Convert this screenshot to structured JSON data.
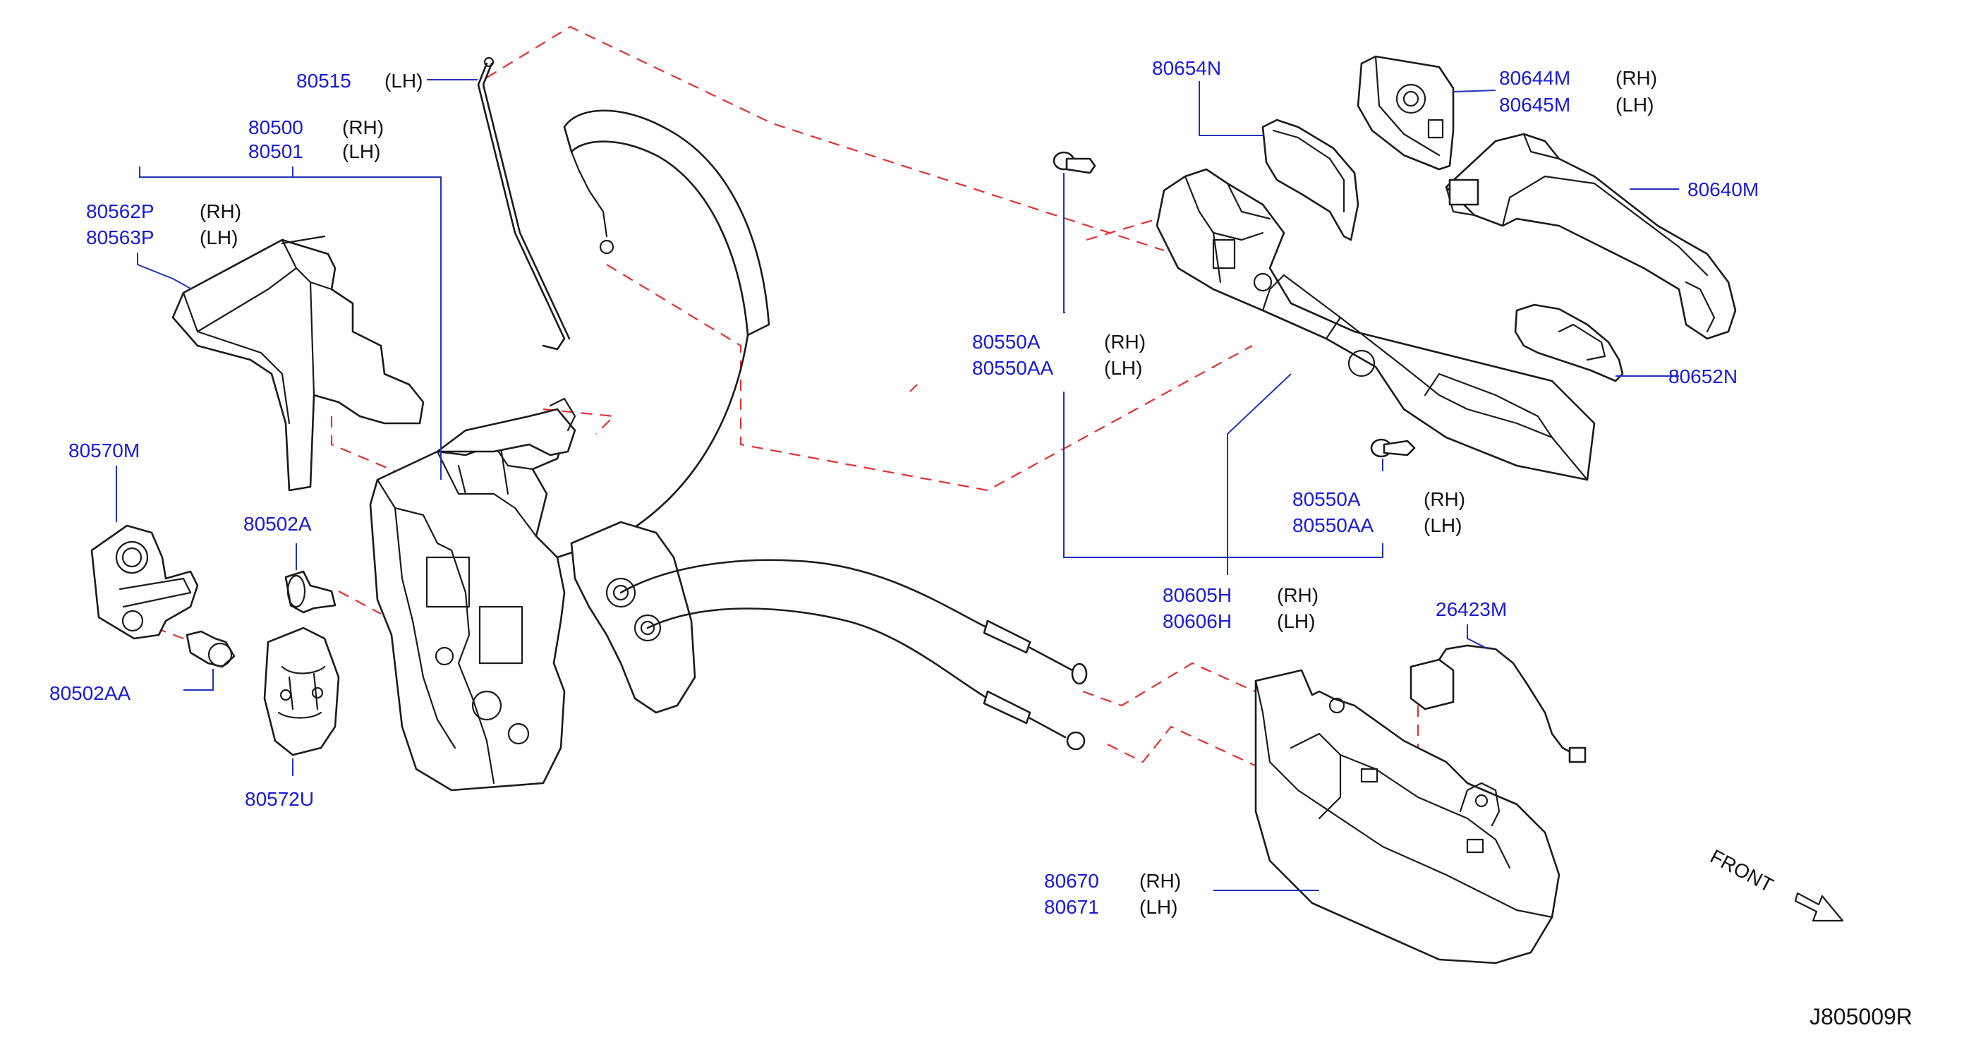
{
  "diagram": {
    "figure_code": "J805009R",
    "direction_label": "FRONT",
    "colors": {
      "part_number": "#1a1ad6",
      "leader_line": "#2233bb",
      "dashed_line": "#e53030",
      "outline": "#1b1b1b"
    },
    "callouts": [
      {
        "rows": [
          {
            "number": "80515",
            "side": "(LH)"
          }
        ]
      },
      {
        "rows": [
          {
            "number": "80500",
            "side": "(RH)"
          },
          {
            "number": "80501",
            "side": "(LH)"
          }
        ]
      },
      {
        "rows": [
          {
            "number": "80562P",
            "side": "(RH)"
          },
          {
            "number": "80563P",
            "side": "(LH)"
          }
        ]
      },
      {
        "rows": [
          {
            "number": "80570M",
            "side": ""
          }
        ]
      },
      {
        "rows": [
          {
            "number": "80502A",
            "side": ""
          }
        ]
      },
      {
        "rows": [
          {
            "number": "80502AA",
            "side": ""
          }
        ]
      },
      {
        "rows": [
          {
            "number": "80572U",
            "side": ""
          }
        ]
      },
      {
        "rows": [
          {
            "number": "80654N",
            "side": ""
          }
        ]
      },
      {
        "rows": [
          {
            "number": "80644M",
            "side": "(RH)"
          },
          {
            "number": "80645M",
            "side": "(LH)"
          }
        ]
      },
      {
        "rows": [
          {
            "number": "80640M",
            "side": ""
          }
        ]
      },
      {
        "rows": [
          {
            "number": "80550A",
            "side": "(RH)"
          },
          {
            "number": "80550AA",
            "side": "(LH)"
          }
        ]
      },
      {
        "rows": [
          {
            "number": "80652N",
            "side": ""
          }
        ]
      },
      {
        "rows": [
          {
            "number": "80550A",
            "side": "(RH)"
          },
          {
            "number": "80550AA",
            "side": "(LH)"
          }
        ]
      },
      {
        "rows": [
          {
            "number": "80605H",
            "side": "(RH)"
          },
          {
            "number": "80606H",
            "side": "(LH)"
          }
        ]
      },
      {
        "rows": [
          {
            "number": "26423M",
            "side": ""
          }
        ]
      },
      {
        "rows": [
          {
            "number": "80670",
            "side": "(RH)"
          },
          {
            "number": "80671",
            "side": "(LH)"
          }
        ]
      }
    ]
  }
}
